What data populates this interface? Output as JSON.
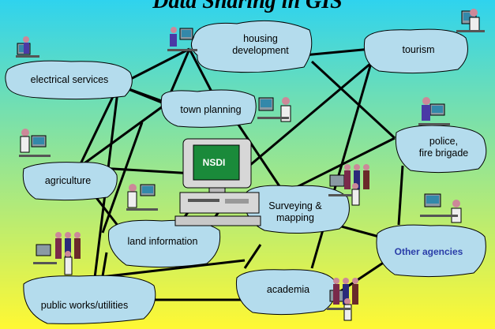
{
  "slide": {
    "title": "Data Sharing in GIS",
    "hub_label": "NSDI"
  },
  "nodes": [
    {
      "id": "housing",
      "label": "housing\ndevelopment"
    },
    {
      "id": "tourism",
      "label": "tourism"
    },
    {
      "id": "electrical",
      "label": "electrical services"
    },
    {
      "id": "town",
      "label": "town planning"
    },
    {
      "id": "police",
      "label": "police,\nfire brigade"
    },
    {
      "id": "agriculture",
      "label": "agriculture"
    },
    {
      "id": "surveying",
      "label": "Surveying &\nmapping"
    },
    {
      "id": "land",
      "label": "land information"
    },
    {
      "id": "other",
      "label": "Other agencies"
    },
    {
      "id": "academia",
      "label": "academia"
    },
    {
      "id": "publicworks",
      "label": "public works/utilities"
    }
  ],
  "colors": {
    "background_top": "#2fd3ee",
    "background_bottom": "#fff833",
    "cloud_fill": "#b4dced",
    "hub_screen": "#1a8a3a",
    "other_agencies_text": "#2a3da8"
  },
  "icons": [
    "workstation-person-icon",
    "people-group-icon",
    "nsdi-computer-icon"
  ]
}
